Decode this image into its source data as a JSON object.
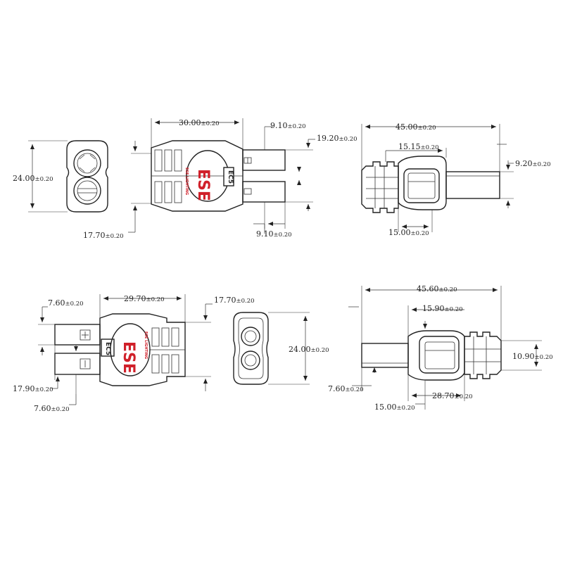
{
  "drawing": {
    "brand_mark": "ESE",
    "brand_text": "ESE LIGHTING",
    "model_mark": "EC5",
    "dimensions": {
      "front_height": {
        "value": "24.00",
        "tol": "±0.20"
      },
      "top_length": {
        "value": "30.00",
        "tol": "±0.20"
      },
      "top_pin_offset": {
        "value": "9.10",
        "tol": "±0.20"
      },
      "top_pin_span": {
        "value": "19.20",
        "tol": "±0.20"
      },
      "top_body_height": {
        "value": "17.70",
        "tol": "±0.20"
      },
      "top_pin_bottom": {
        "value": "9.10",
        "tol": "±0.20"
      },
      "side_length": {
        "value": "45.00",
        "tol": "±0.20"
      },
      "side_body": {
        "value": "15.15",
        "tol": "±0.20"
      },
      "side_pin_height": {
        "value": "9.20",
        "tol": "±0.20"
      },
      "side_base": {
        "value": "15.00",
        "tol": "±0.20"
      },
      "male_pin_width": {
        "value": "7.60",
        "tol": "±0.20"
      },
      "male_length": {
        "value": "29.70",
        "tol": "±0.20"
      },
      "male_body_height": {
        "value": "17.70",
        "tol": "±0.20"
      },
      "male_pin_span": {
        "value": "17.90",
        "tol": "±0.20"
      },
      "male_pin_width_2": {
        "value": "7.60",
        "tol": "±0.20"
      },
      "male_front_height": {
        "value": "24.00",
        "tol": "±0.20"
      },
      "male_side_length": {
        "value": "45.60",
        "tol": "±0.20"
      },
      "male_side_body": {
        "value": "15.90",
        "tol": "±0.20"
      },
      "male_side_height": {
        "value": "10.90",
        "tol": "±0.20"
      },
      "male_side_pin": {
        "value": "7.60",
        "tol": "±0.20"
      },
      "male_side_pin_len": {
        "value": "28.70",
        "tol": "±0.20"
      },
      "male_side_base": {
        "value": "15.00",
        "tol": "±0.20"
      }
    }
  }
}
